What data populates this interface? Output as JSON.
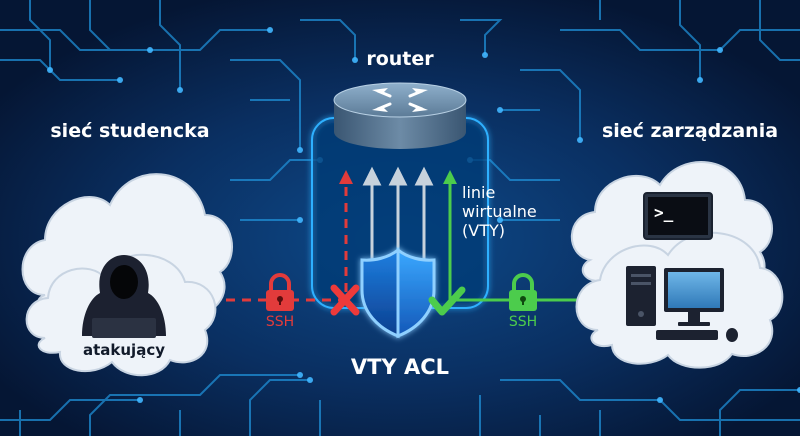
{
  "labels": {
    "router": "router",
    "student_net": "sieć studencka",
    "mgmt_net": "sieć zarządzania",
    "attacker": "atakujący",
    "vty_line1": "linie",
    "vty_line2": "wirtualne",
    "vty_line3": "(VTY)",
    "acl": "VTY ACL",
    "ssh_blocked": "SSH",
    "ssh_allowed": "SSH",
    "terminal_prompt": ">_"
  },
  "colors": {
    "background": "#061a3a",
    "circuit": "#1f8fd6",
    "blocked": "#e23b3b",
    "allowed": "#4ccc4c",
    "router_body": "#5f7e99"
  },
  "icons": {
    "router": "router-icon",
    "attacker": "hooded-hacker-icon",
    "shield": "shield-icon",
    "deny": "x-mark-icon",
    "permit": "check-mark-icon",
    "lock": "padlock-icon",
    "terminal": "terminal-icon",
    "computer": "desktop-computer-icon"
  }
}
